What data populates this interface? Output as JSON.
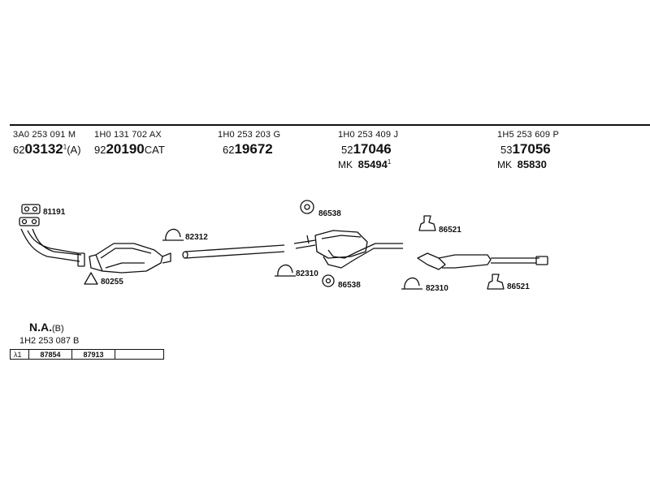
{
  "parts": [
    {
      "oem": "3A0 253 091 M",
      "prefix": "62",
      "code": "03132",
      "sup": "1",
      "suffix": "(A)"
    },
    {
      "oem": "1H0 131 702 AX",
      "prefix": "92",
      "code": "20190",
      "sup": "",
      "suffix": "CAT"
    },
    {
      "oem": "1H0 253 203 G",
      "prefix": "62",
      "code": "19672",
      "sup": "",
      "suffix": ""
    },
    {
      "oem": "1H0 253 409 J",
      "prefix": "52",
      "code": "17046",
      "sup": "",
      "suffix": "",
      "mk_label": "MK",
      "mk_code": "85494",
      "mk_sup": "1"
    },
    {
      "oem": "1H5 253 609 P",
      "prefix": "53",
      "code": "17056",
      "sup": "",
      "suffix": "",
      "mk_label": "MK",
      "mk_code": "85830",
      "mk_sup": ""
    }
  ],
  "hardware": {
    "gasket_front": "81191",
    "clamp_cat": "82312",
    "gasket_cat": "80255",
    "ring_top": "86538",
    "clamp_mid": "82310",
    "ring_mid": "86538",
    "hanger_top": "86521",
    "clamp_rear": "82310",
    "hanger_rear": "86521"
  },
  "na": {
    "label": "N.A.",
    "suffix": "(B)",
    "oem": "1H2 253 087 B"
  },
  "lambda_row": {
    "symbol": "λ1",
    "cells": [
      "87854",
      "87913",
      ""
    ]
  }
}
